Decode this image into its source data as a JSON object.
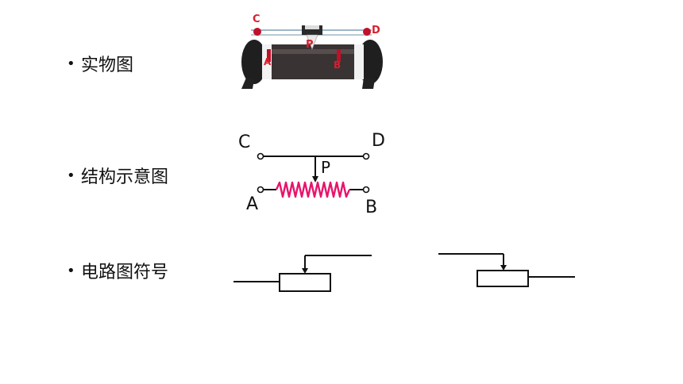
{
  "bullet": "•",
  "rows": [
    {
      "label": "实物图"
    },
    {
      "label": "结构示意图"
    },
    {
      "label": "电路图符号"
    }
  ],
  "photo_labels": {
    "c": "C",
    "d": "D",
    "p": "P",
    "a": "A",
    "b": "B"
  },
  "schematic_labels": {
    "c": "C",
    "d": "D",
    "p": "P",
    "a": "A",
    "b": "B"
  },
  "colors": {
    "accent": "#e8146c",
    "label_red": "#d6202e"
  }
}
